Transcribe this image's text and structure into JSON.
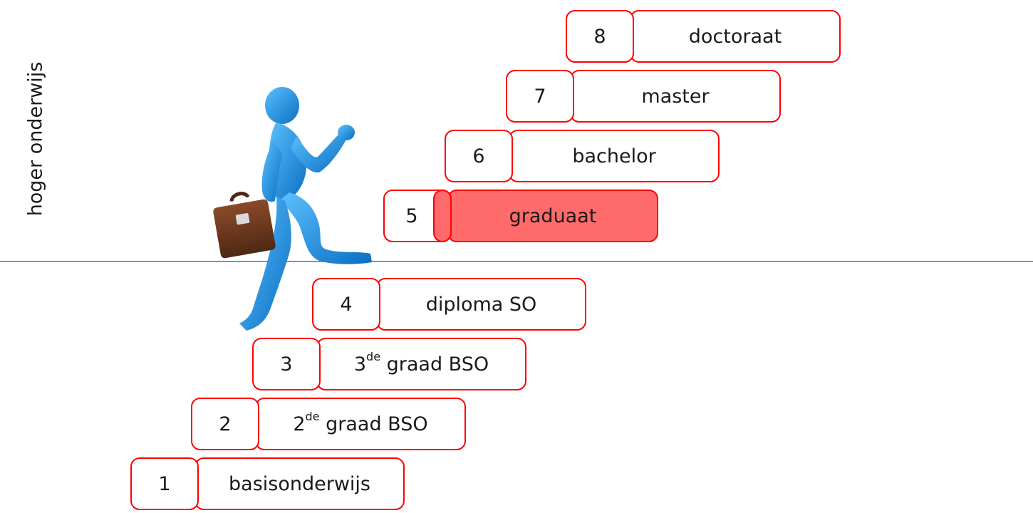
{
  "side_label": "hoger onderwijs",
  "active_step": 5,
  "colors": {
    "step_border": "#ff0000",
    "active_fill": "#ff6b6b",
    "divider": "#5b9bd5",
    "figure": "#1f8fe0",
    "briefcase": "#6b3a22"
  },
  "steps": [
    {
      "num": "1",
      "label": "basisonderwijs",
      "sup": "",
      "rest": ""
    },
    {
      "num": "2",
      "label": "2",
      "sup": "de",
      "rest": " graad BSO"
    },
    {
      "num": "3",
      "label": "3",
      "sup": "de",
      "rest": " graad BSO"
    },
    {
      "num": "4",
      "label": "diploma SO",
      "sup": "",
      "rest": ""
    },
    {
      "num": "5",
      "label": "graduaat",
      "sup": "",
      "rest": ""
    },
    {
      "num": "6",
      "label": "bachelor",
      "sup": "",
      "rest": ""
    },
    {
      "num": "7",
      "label": "master",
      "sup": "",
      "rest": ""
    },
    {
      "num": "8",
      "label": "doctoraat",
      "sup": "",
      "rest": ""
    }
  ],
  "figure_icon": "climbing-person-with-briefcase"
}
